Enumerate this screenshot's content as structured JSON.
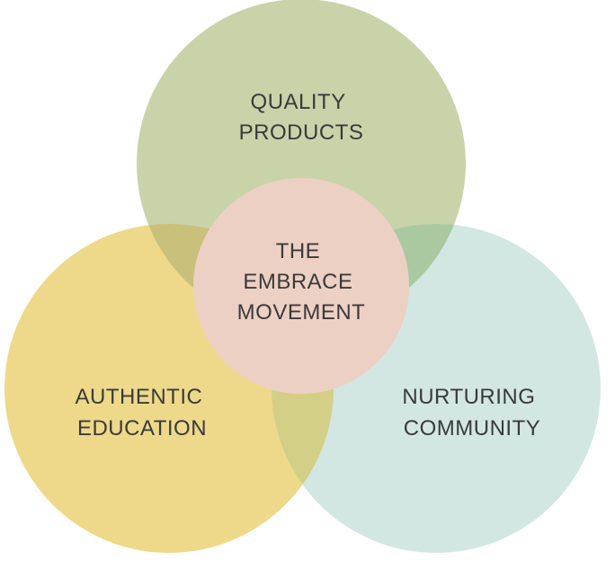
{
  "diagram": {
    "top": {
      "line1": "QUALITY",
      "line2": "PRODUCTS",
      "color": "#c9d3a9"
    },
    "left": {
      "line1": "AUTHENTIC",
      "line2": "EDUCATION",
      "color": "#eed98a"
    },
    "right": {
      "line1": "NURTURING",
      "line2": "COMMUNITY",
      "color": "#d2e7e2"
    },
    "center": {
      "line1": "THE",
      "line2": "EMBRACE",
      "line3": "MOVEMENT",
      "color": "#edd0c4"
    },
    "overlap_top_left_color": "#c9c07c",
    "overlap_top_right_color": "#aac9a0",
    "overlap_left_right_color": "#d3cf86",
    "text_color": "#3a3a3a"
  }
}
